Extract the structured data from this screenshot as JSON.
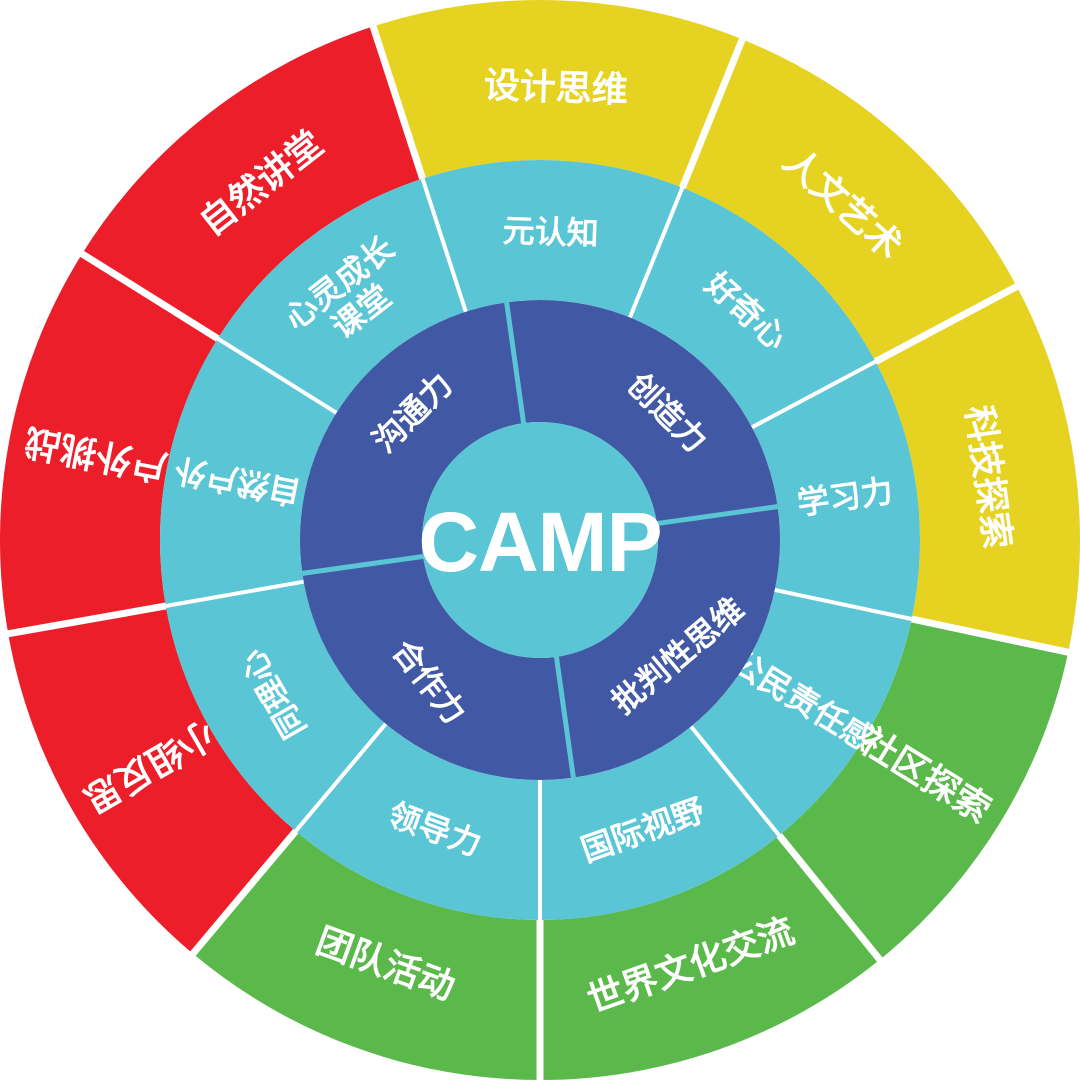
{
  "center": {
    "label": "CAMP",
    "color": "#5ac5d5"
  },
  "colors": {
    "red": "#ec1e2a",
    "yellow": "#e6d220",
    "green": "#5ab94a",
    "middle_ring": "#5ac5d5",
    "inner_ring": "#4159a5",
    "divider": "#ffffff"
  },
  "inner_ring": [
    {
      "label": "沟通力"
    },
    {
      "label": "创造力"
    },
    {
      "label": "批判性思维"
    },
    {
      "label": "合作力"
    }
  ],
  "middle_ring": [
    {
      "label": "元认知"
    },
    {
      "label": "好奇心"
    },
    {
      "label": "学习力"
    },
    {
      "label": "公民责任感"
    },
    {
      "label": "国际视野"
    },
    {
      "label": "领导力"
    },
    {
      "label": "同理心"
    },
    {
      "label": "自然户外"
    },
    {
      "label": "心灵成长\n课堂"
    }
  ],
  "outer_ring": [
    {
      "label": "设计思维",
      "color": "yellow"
    },
    {
      "label": "人文艺术",
      "color": "yellow"
    },
    {
      "label": "科技探索",
      "color": "yellow"
    },
    {
      "label": "社区探索",
      "color": "green"
    },
    {
      "label": "世界文化交流",
      "color": "green"
    },
    {
      "label": "团队活动",
      "color": "green"
    },
    {
      "label": "小组反思",
      "color": "red"
    },
    {
      "label": "户外挑战",
      "color": "red"
    },
    {
      "label": "自然讲堂",
      "color": "red"
    }
  ]
}
